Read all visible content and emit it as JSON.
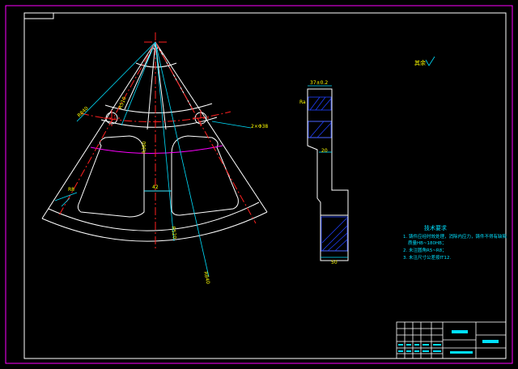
{
  "colors": {
    "background": "#000000",
    "border": "#ff00ff",
    "outline": "#ffffff",
    "centerline": "#ff2020",
    "dimension": "#00e0ff",
    "hatch": "#2040ff",
    "arc_highlight": "#ff00ff"
  },
  "drawing": {
    "front_view": {
      "dims": {
        "r_large": "R840",
        "r_mid1": "R520",
        "r_mid2": "R510",
        "r_small": "R360",
        "width_42": "42",
        "hole": "2×Φ38",
        "rib": "R8"
      }
    },
    "section_view": {
      "dims": {
        "top": "37±0.2",
        "depth": "20",
        "bottom": "50",
        "ra": "Ra"
      }
    },
    "surface_note": "其余",
    "tech_req": {
      "title": "技术要求",
      "items": [
        "1. 铸件应经时效处理，消除内应力，铸件不得有缺陷",
        "质量HB~180HB；",
        "2. 未注圆角R5~R8；",
        "3. 未注尺寸公差按IT12."
      ]
    },
    "title_block": {
      "name": "",
      "code": ""
    }
  }
}
